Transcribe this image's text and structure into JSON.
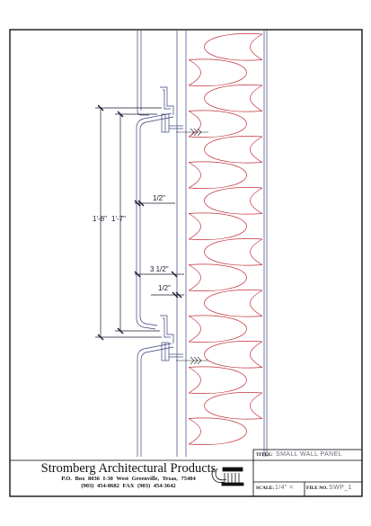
{
  "drawing": {
    "dimensions": [
      "1'-8\"",
      "1'-7\"",
      "1/2\"",
      "3 1/2\"",
      "1/2\""
    ]
  },
  "titleblock": {
    "company_name": "Stromberg Architectural Products",
    "address_line": "P.O. Box 8036    I-30 West    Greenville, Texas, 75404",
    "phone_line": "(903) 454-8682    FAX (903) 454-3642",
    "title_label": "TITLE:",
    "title_value": "SMALL WALL PANEL",
    "scale_label": "SCALE:",
    "scale_value": "1/4\" =",
    "fileno_label": "FILE NO.",
    "fileno_value": "SWP_1"
  },
  "colors": {
    "panel": "#3a3f7a",
    "insulation": "#c0303a",
    "dimension": "#1a1a33"
  }
}
